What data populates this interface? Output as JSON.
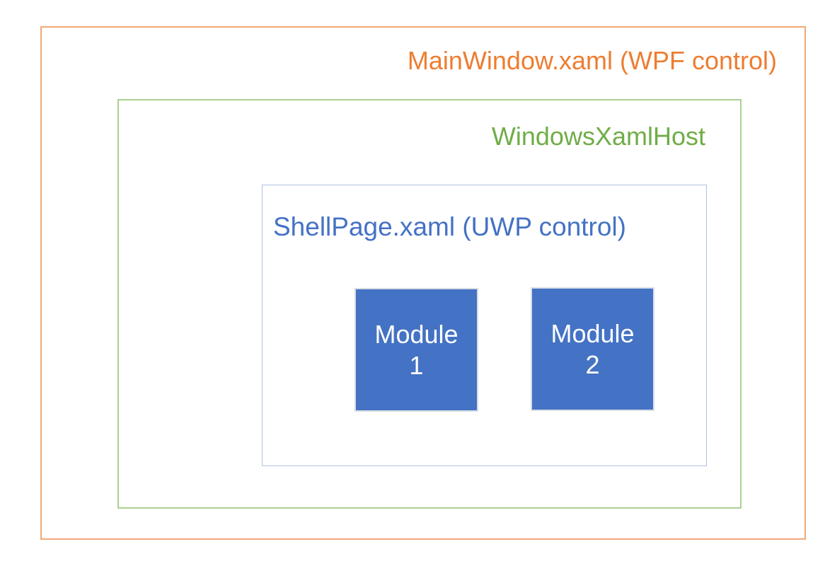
{
  "diagram": {
    "background_color": "#FFFFFF",
    "outer_box": {
      "label": "MainWindow.xaml (WPF control)",
      "text_color": "#ED7D31",
      "border_color": "#F2A878"
    },
    "host_box": {
      "label": "WindowsXamlHost",
      "text_color": "#70AD47",
      "border_color": "#A9D18E"
    },
    "shell_box": {
      "label": "ShellPage.xaml (UWP control)",
      "text_color": "#4472C4",
      "border_color": "#AEC3E5"
    },
    "modules": [
      {
        "name": "Module",
        "number": "1"
      },
      {
        "name": "Module",
        "number": "2"
      }
    ],
    "module_style": {
      "fill_color": "#4472C4",
      "border_color": "#D9DDE5",
      "text_color": "#FFFFFF"
    }
  }
}
